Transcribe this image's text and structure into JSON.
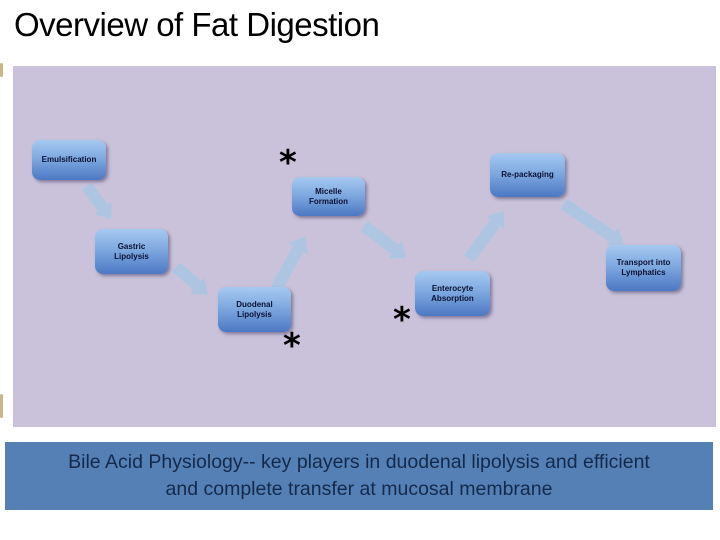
{
  "slide": {
    "title": "Overview of Fat Digestion",
    "flowchart": {
      "nodes": [
        {
          "id": "emulsification",
          "label": "Emulsification"
        },
        {
          "id": "gastric-lipolysis",
          "label": "Gastric\nLipolysis"
        },
        {
          "id": "duodenal-lipolysis",
          "label": "Duodenal\nLipolysis"
        },
        {
          "id": "micelle-formation",
          "label": "Micelle\nFormation"
        },
        {
          "id": "enterocyte-absorption",
          "label": "Enterocyte\nAbsorption"
        },
        {
          "id": "re-packaging",
          "label": "Re-packaging"
        },
        {
          "id": "transport-lymphatics",
          "label": "Transport into\nLymphatics"
        }
      ],
      "asterisk": "*"
    },
    "caption": {
      "line1": "Bile Acid Physiology-- key players in duodenal lipolysis and efficient",
      "line2": "and complete transfer at mucosal membrane"
    }
  },
  "colors": {
    "title-text": "#000000",
    "panel-bg": "#C9C2DA",
    "frame-tan": "#C2A770",
    "node-top": "#A6C9F0",
    "node-bottom": "#4C78C4",
    "node-text": "#0B1133",
    "arrow": "#ADC6E3",
    "banner-bg": "#5480B5",
    "banner-text": "#15294B"
  }
}
